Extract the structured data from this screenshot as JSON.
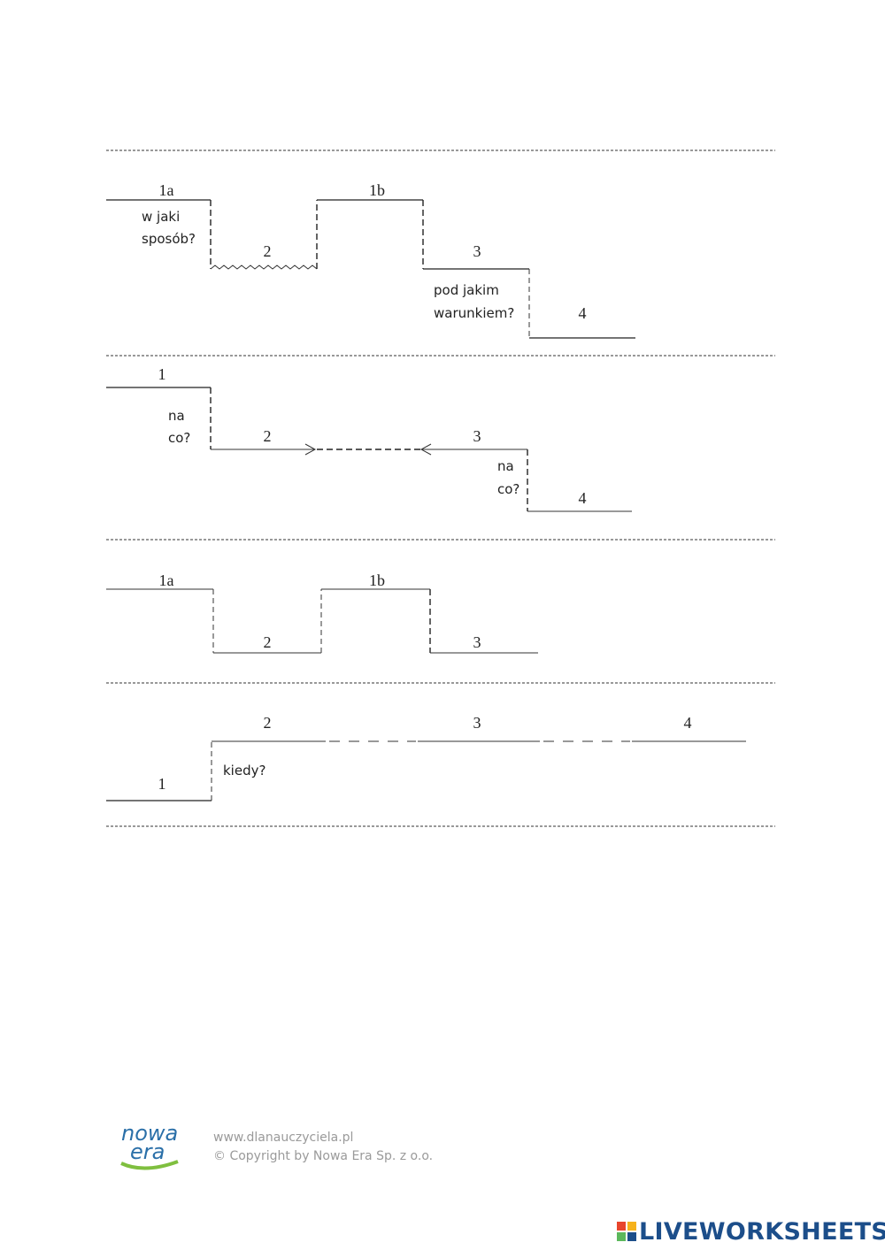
{
  "separators_count": 5,
  "diagram1": {
    "label_1a": "1a",
    "label_1b": "1b",
    "label_2": "2",
    "label_3": "3",
    "label_4": "4",
    "question_1_line1": "w jaki",
    "question_1_line2": "sposób?",
    "question_3_line1": "pod jakim",
    "question_3_line2": "warunkiem?"
  },
  "diagram2": {
    "label_1": "1",
    "label_2": "2",
    "label_3": "3",
    "label_4": "4",
    "question_1_line1": "na",
    "question_1_line2": "co?",
    "question_3_line1": "na",
    "question_3_line2": "co?"
  },
  "diagram3": {
    "label_1a": "1a",
    "label_1b": "1b",
    "label_2": "2",
    "label_3": "3"
  },
  "diagram4": {
    "label_1": "1",
    "label_2": "2",
    "label_3": "3",
    "label_4": "4",
    "question_2": "kiedy?"
  },
  "footer": {
    "logo_text_top": "nowa",
    "logo_text_bottom": "era",
    "website": "www.dlanauczyciela.pl",
    "copyright": "© Copyright by Nowa Era Sp. z o.o."
  },
  "watermark": {
    "text": "LIVEWORKSHEETS"
  },
  "colors": {
    "watermark_blue": "#1c4e8a",
    "logo_blue": "#2a6fa8",
    "logo_green": "#7fbf3f",
    "footer_gray": "#9a9a9a"
  }
}
